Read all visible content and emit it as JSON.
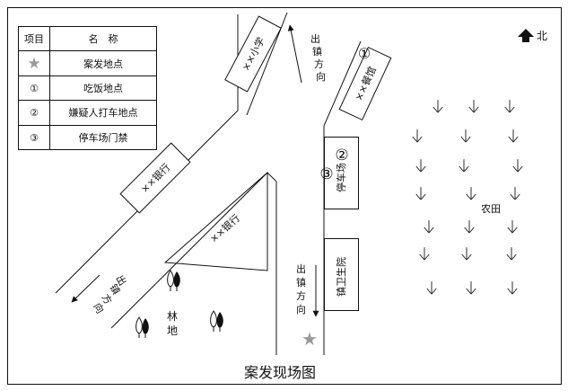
{
  "caption": "案发现场图",
  "compass": {
    "label": "北",
    "icon": "north-arrow-icon"
  },
  "legend": {
    "header": {
      "col1": "项目",
      "col2": "名　称"
    },
    "rows": [
      {
        "symbol": "★",
        "label": "案发地点"
      },
      {
        "symbol": "①",
        "label": "吃饭地点"
      },
      {
        "symbol": "②",
        "label": "嫌疑人打车地点"
      },
      {
        "symbol": "③",
        "label": "停车场门禁"
      }
    ]
  },
  "labels": {
    "store": "××小学",
    "restaurant": "××餐馆",
    "parking": "停车场",
    "clinic": "镇卫生院",
    "bank_road": "××银行",
    "bank_triangle": "××银行",
    "farmland": "农田",
    "forest_1": "林",
    "forest_2": "地",
    "out_top_1": "出",
    "out_top_2": "镇",
    "out_top_3": "方",
    "out_top_4": "向",
    "out_left_1": "出",
    "out_left_2": "镇",
    "out_left_3": "方",
    "out_left_4": "向",
    "out_mid_1": "出",
    "out_mid_2": "镇",
    "out_mid_3": "方",
    "out_mid_4": "向"
  },
  "markers": {
    "m1": "①",
    "m2": "②",
    "m3": "③",
    "star": "★"
  },
  "colors": {
    "star": "#9a9a9a",
    "line": "#111111"
  }
}
